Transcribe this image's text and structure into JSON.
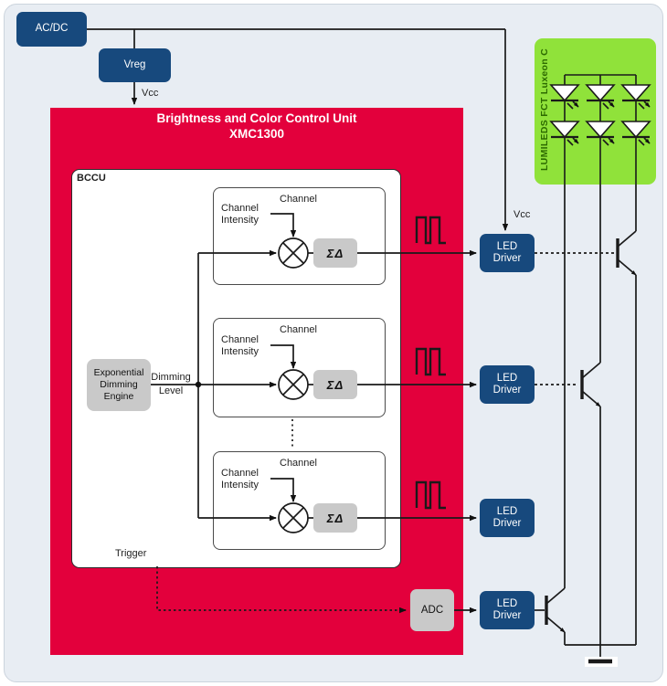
{
  "colors": {
    "background": "#e8edf3",
    "unit_red": "#e3003c",
    "navy": "#17497d",
    "module_green": "#90e23a",
    "module_text_green": "#2c6a00",
    "block_gray": "#c9c9c9",
    "line": "#1a1a1a"
  },
  "power": {
    "acdc_label": "AC/DC",
    "vreg_label": "Vreg",
    "vcc_label": "Vcc",
    "driver_vcc_label": "Vcc"
  },
  "control_unit": {
    "title_line1": "Brightness and Color Control Unit",
    "title_line2": "XMC1300"
  },
  "bccu": {
    "label": "BCCU",
    "trigger_label": "Trigger",
    "engine_label": "Exponential\nDimming\nEngine",
    "dimming_label": "Dimming\nLevel",
    "channels": [
      {
        "title": "Channel",
        "intensity_label": "Channel\nIntensity",
        "modulator_label": "ΣΔ"
      },
      {
        "title": "Channel",
        "intensity_label": "Channel\nIntensity",
        "modulator_label": "ΣΔ"
      },
      {
        "title": "Channel",
        "intensity_label": "Channel\nIntensity",
        "modulator_label": "ΣΔ"
      }
    ]
  },
  "outputs": {
    "adc_label": "ADC",
    "drivers": [
      {
        "label": "LED\nDriver"
      },
      {
        "label": "LED\nDriver"
      },
      {
        "label": "LED\nDriver"
      },
      {
        "label": "LED\nDriver"
      }
    ]
  },
  "led_module": {
    "label": "LUMILEDS FCT Luxeon C"
  }
}
